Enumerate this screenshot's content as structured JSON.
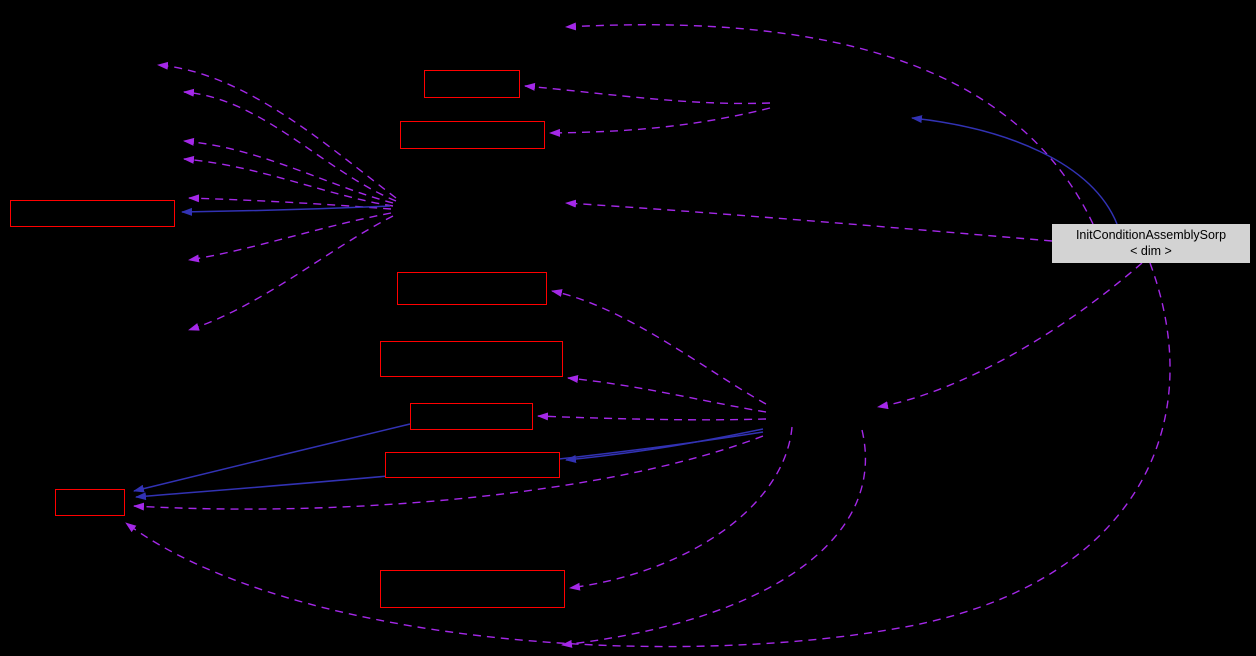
{
  "diagram": {
    "type": "collaboration-graph",
    "main_node": {
      "label_line1": "InitConditionAssemblySorp",
      "label_line2": "< dim >"
    },
    "unlabeled_node_count": 9,
    "colors": {
      "background": "#000000",
      "node_border": "#ff0000",
      "node_fill": "#000000",
      "edge_dashed": "#a428e8",
      "edge_solid": "#3232b4",
      "main_node_fill": "#d3d3d3",
      "main_node_text": "#000000"
    }
  }
}
